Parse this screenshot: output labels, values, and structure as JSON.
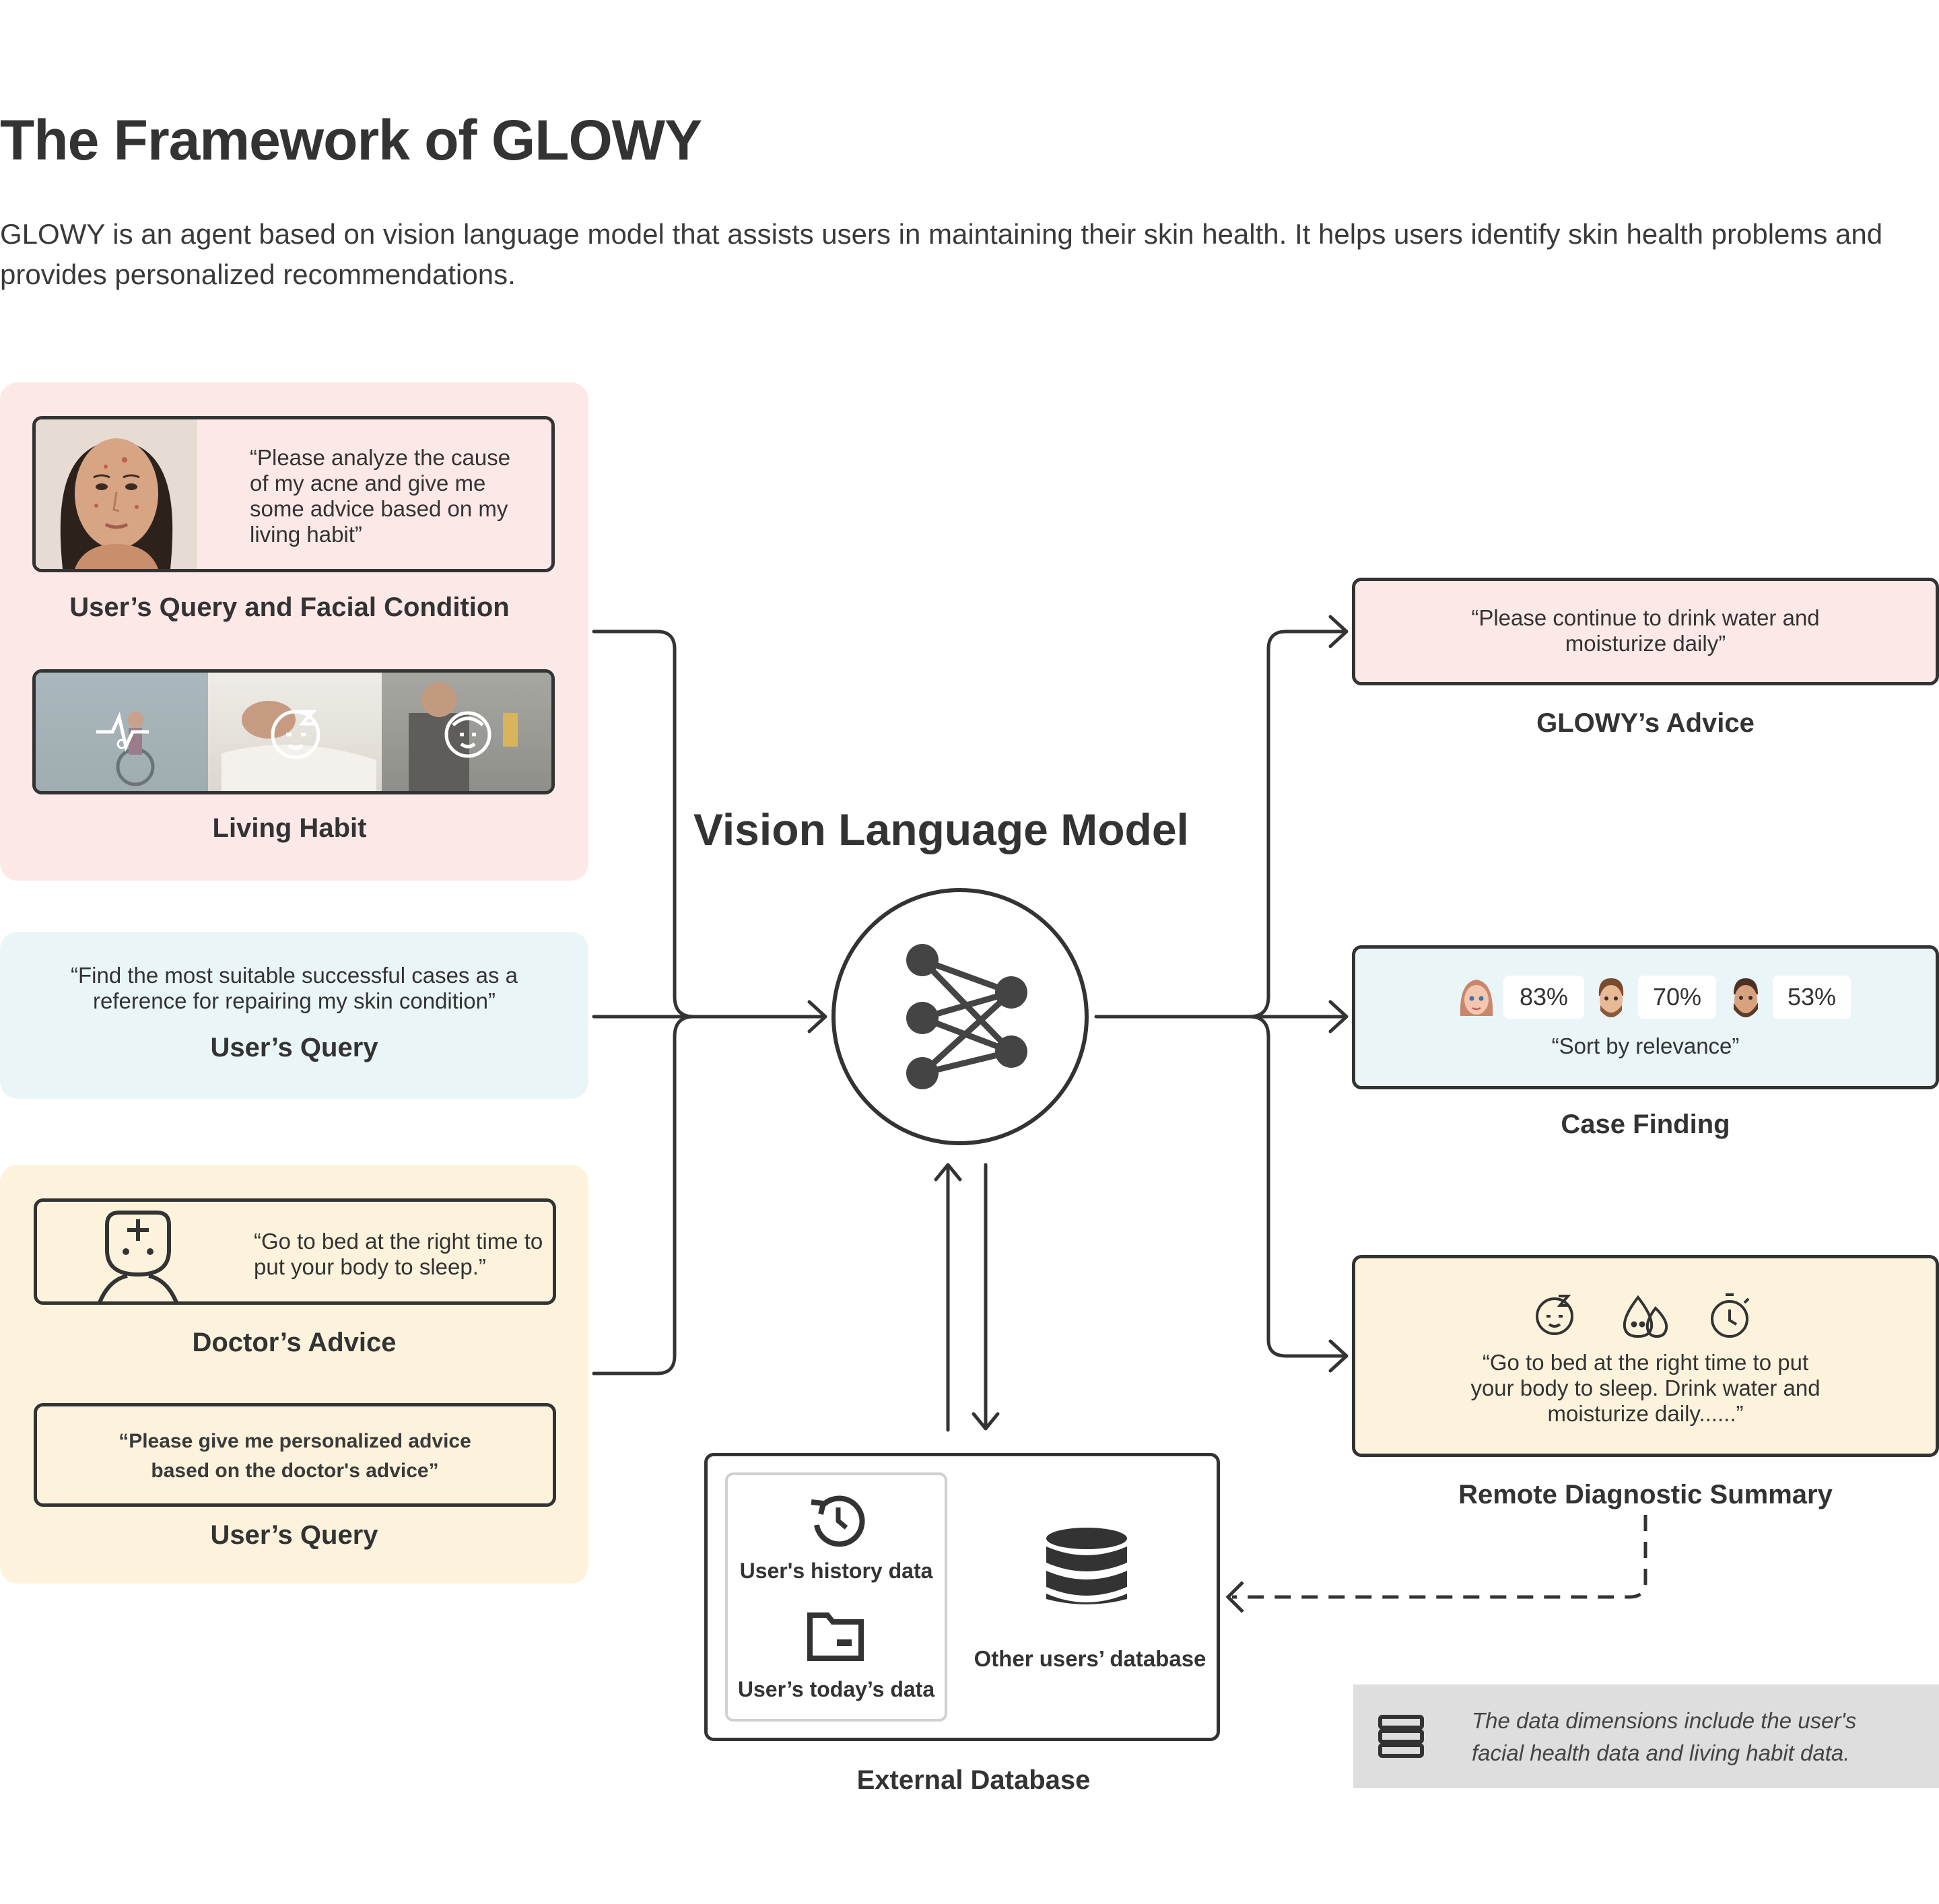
{
  "header": {
    "title": "The Framework of GLOWY",
    "subtitle": "GLOWY is an agent based on vision language model that assists users in maintaining their skin health. It helps users identify skin health problems and provides personalized recommendations."
  },
  "inputs": {
    "pink_group": {
      "face_quote": "“Please analyze the cause of my acne and give me some advice based on my living habit”",
      "face_label": "User’s Query and Facial Condition",
      "habit_label": "Living Habit",
      "habit_icons": [
        "heartbeat-icon",
        "sleep-face-icon",
        "food-face-icon"
      ]
    },
    "blue_group": {
      "quote": "“Find the most suitable successful cases as a reference for repairing my skin condition”",
      "label": "User’s Query"
    },
    "yellow_group": {
      "doctor_quote": "“Go to bed at the right time to put your body to sleep.”",
      "doctor_label": "Doctor’s Advice",
      "query_quote": "“Please give me personalized advice based on the doctor's advice”",
      "query_label": "User’s Query"
    }
  },
  "model": {
    "label": "Vision Language Model",
    "icon": "neural-network-icon"
  },
  "database": {
    "history_label": "User's history data",
    "today_label": "User’s today’s data",
    "other_label": "Other users’ database",
    "title": "External Database"
  },
  "outputs": {
    "advice": {
      "quote": "“Please continue to drink water and moisturize daily”",
      "label": "GLOWY’s Advice"
    },
    "case_finding": {
      "cases": [
        {
          "avatar": "female-avatar-icon",
          "score": "83%"
        },
        {
          "avatar": "male-avatar-icon",
          "score": "70%"
        },
        {
          "avatar": "bearded-male-avatar-icon",
          "score": "53%"
        }
      ],
      "sort_text": "“Sort by relevance”",
      "label": "Case Finding"
    },
    "summary": {
      "icons": [
        "sleep-face-icon",
        "water-drops-icon",
        "timer-icon"
      ],
      "quote": "“Go to bed at the right time to put your body to sleep. Drink water and moisturize daily......”",
      "label": "Remote Diagnostic Summary"
    }
  },
  "note": {
    "text": "The data dimensions include the user's facial health data and living habit data."
  },
  "colors": {
    "pink": "#fde8e8",
    "blue": "#e9f5f7",
    "yellow": "#fdf3dd",
    "note_bg": "#dedede",
    "stroke": "#333333"
  }
}
